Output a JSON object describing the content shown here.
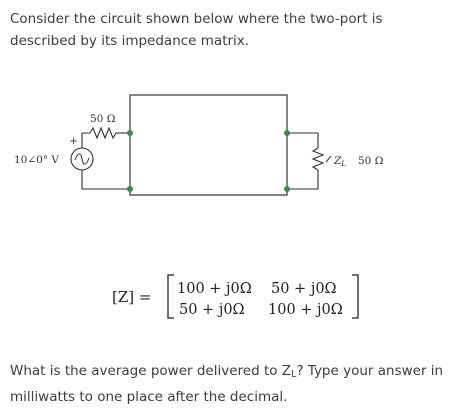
{
  "problem": {
    "intro": "Consider the circuit shown below where the two-port is described by its impedance matrix.",
    "question_prefix": "What is the average power delivered to Z",
    "question_subscript": "L",
    "question_suffix": "? Type your answer in milliwatts to one place after the decimal."
  },
  "circuit": {
    "source_resistor_label": "50 Ω",
    "source_label": "10∠0° V",
    "source_plus": "+",
    "load_label": "Z",
    "load_subscript": "L",
    "load_value": "50 Ω"
  },
  "matrix": {
    "lhs": "[Z] =",
    "z11": "100 + j0Ω",
    "z12": "50 + j0Ω",
    "z21": "50 + j0Ω",
    "z22": "100 + j0Ω"
  }
}
